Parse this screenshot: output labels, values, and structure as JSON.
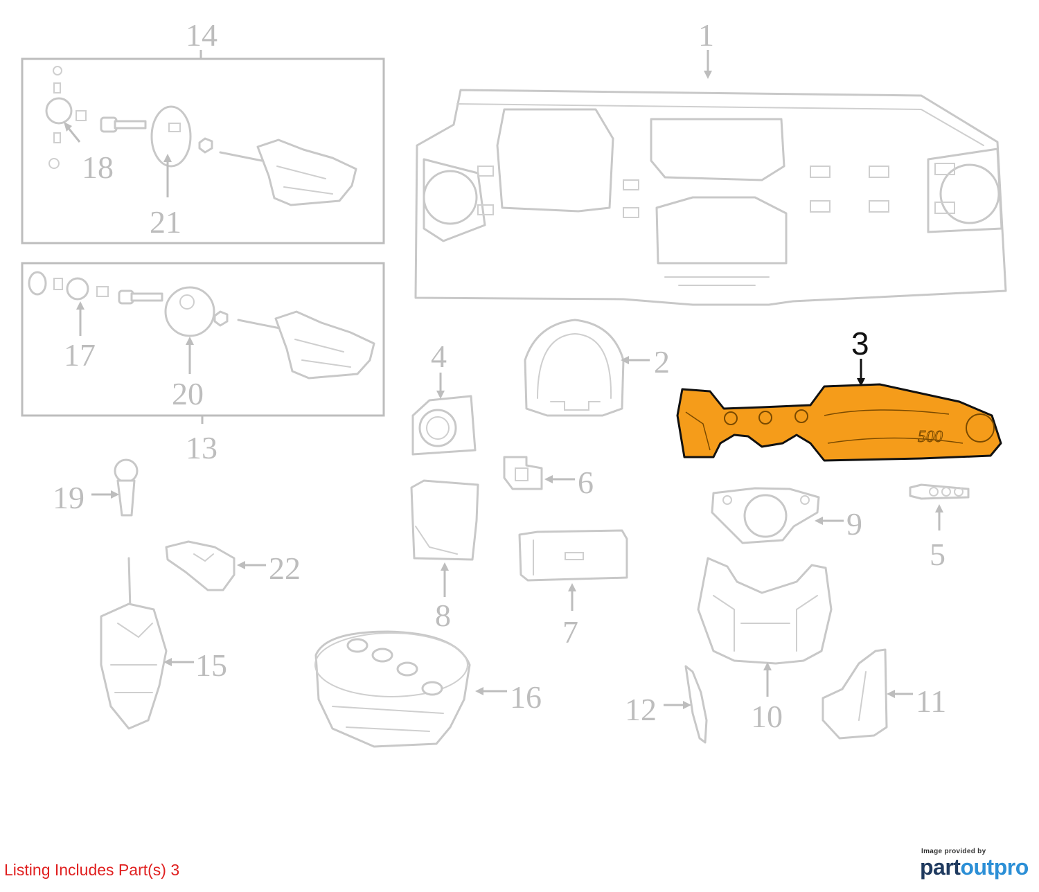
{
  "callouts": {
    "c1": "1",
    "c2": "2",
    "c3": "3",
    "c4": "4",
    "c5": "5",
    "c6": "6",
    "c7": "7",
    "c8": "8",
    "c9": "9",
    "c10": "10",
    "c11": "11",
    "c12": "12",
    "c13": "13",
    "c14": "14",
    "c15": "15",
    "c16": "16",
    "c17": "17",
    "c18": "18",
    "c19": "19",
    "c20": "20",
    "c21": "21",
    "c22": "22"
  },
  "footer": {
    "listing_note": "Listing Includes Part(s) 3",
    "provider_small": "Image provided by",
    "provider_logo_part1": "part",
    "provider_logo_part2": "outpro"
  },
  "embossed_badge_text": "500",
  "colors": {
    "highlight_fill": "#f59c1a",
    "line_gray": "#c8c8c8",
    "listing_red": "#e02020",
    "logo_dark": "#1f3a5f",
    "logo_blue": "#2c8fd6"
  }
}
